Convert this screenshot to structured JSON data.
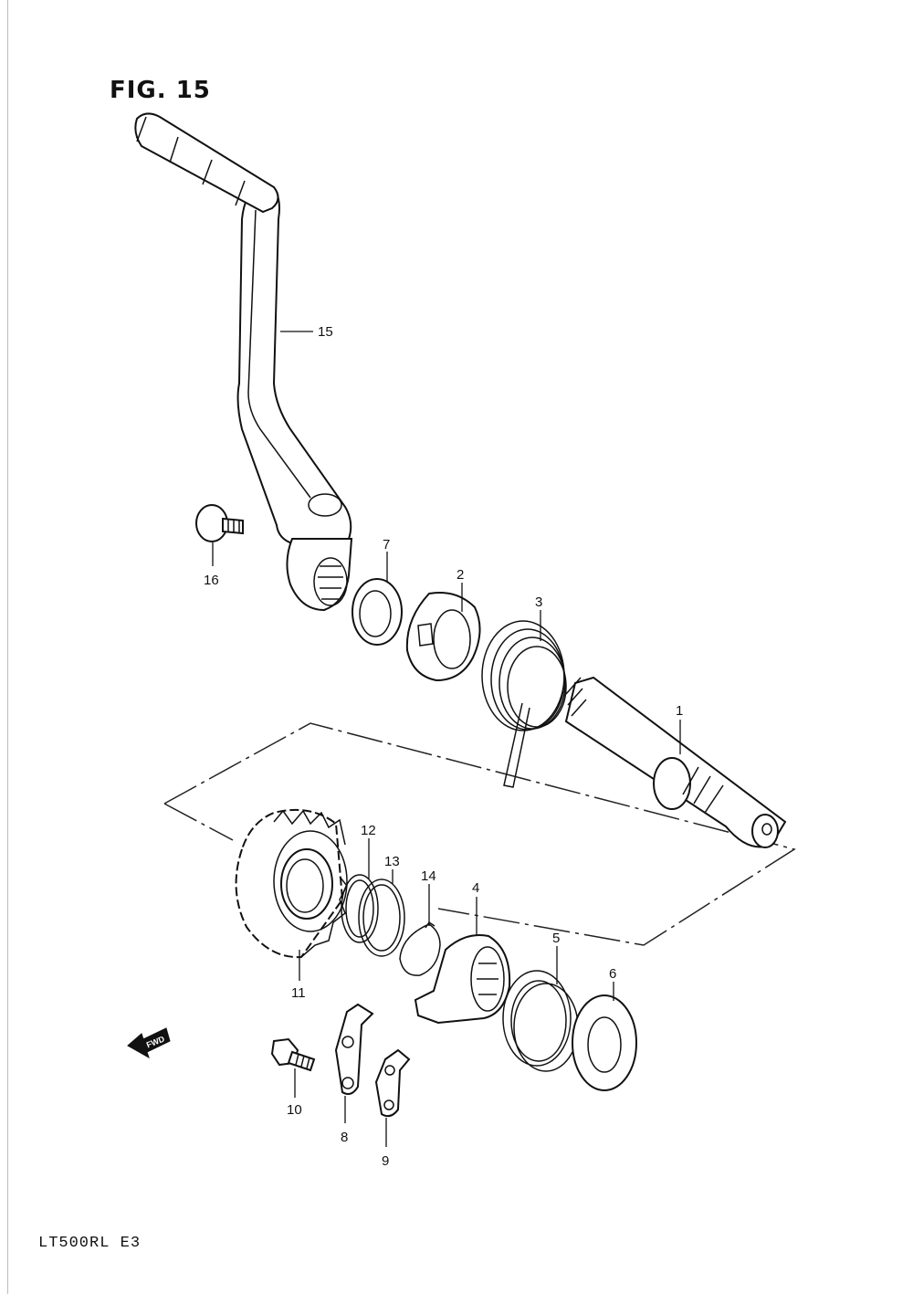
{
  "figure": {
    "title": "FIG. 15",
    "model": "LT500RL  E3",
    "fwd_label": "FWD"
  },
  "callouts": [
    {
      "id": "1"
    },
    {
      "id": "2"
    },
    {
      "id": "3"
    },
    {
      "id": "4"
    },
    {
      "id": "5"
    },
    {
      "id": "6"
    },
    {
      "id": "7"
    },
    {
      "id": "8"
    },
    {
      "id": "9"
    },
    {
      "id": "10"
    },
    {
      "id": "11"
    },
    {
      "id": "12"
    },
    {
      "id": "13"
    },
    {
      "id": "14"
    },
    {
      "id": "15"
    },
    {
      "id": "16"
    }
  ]
}
